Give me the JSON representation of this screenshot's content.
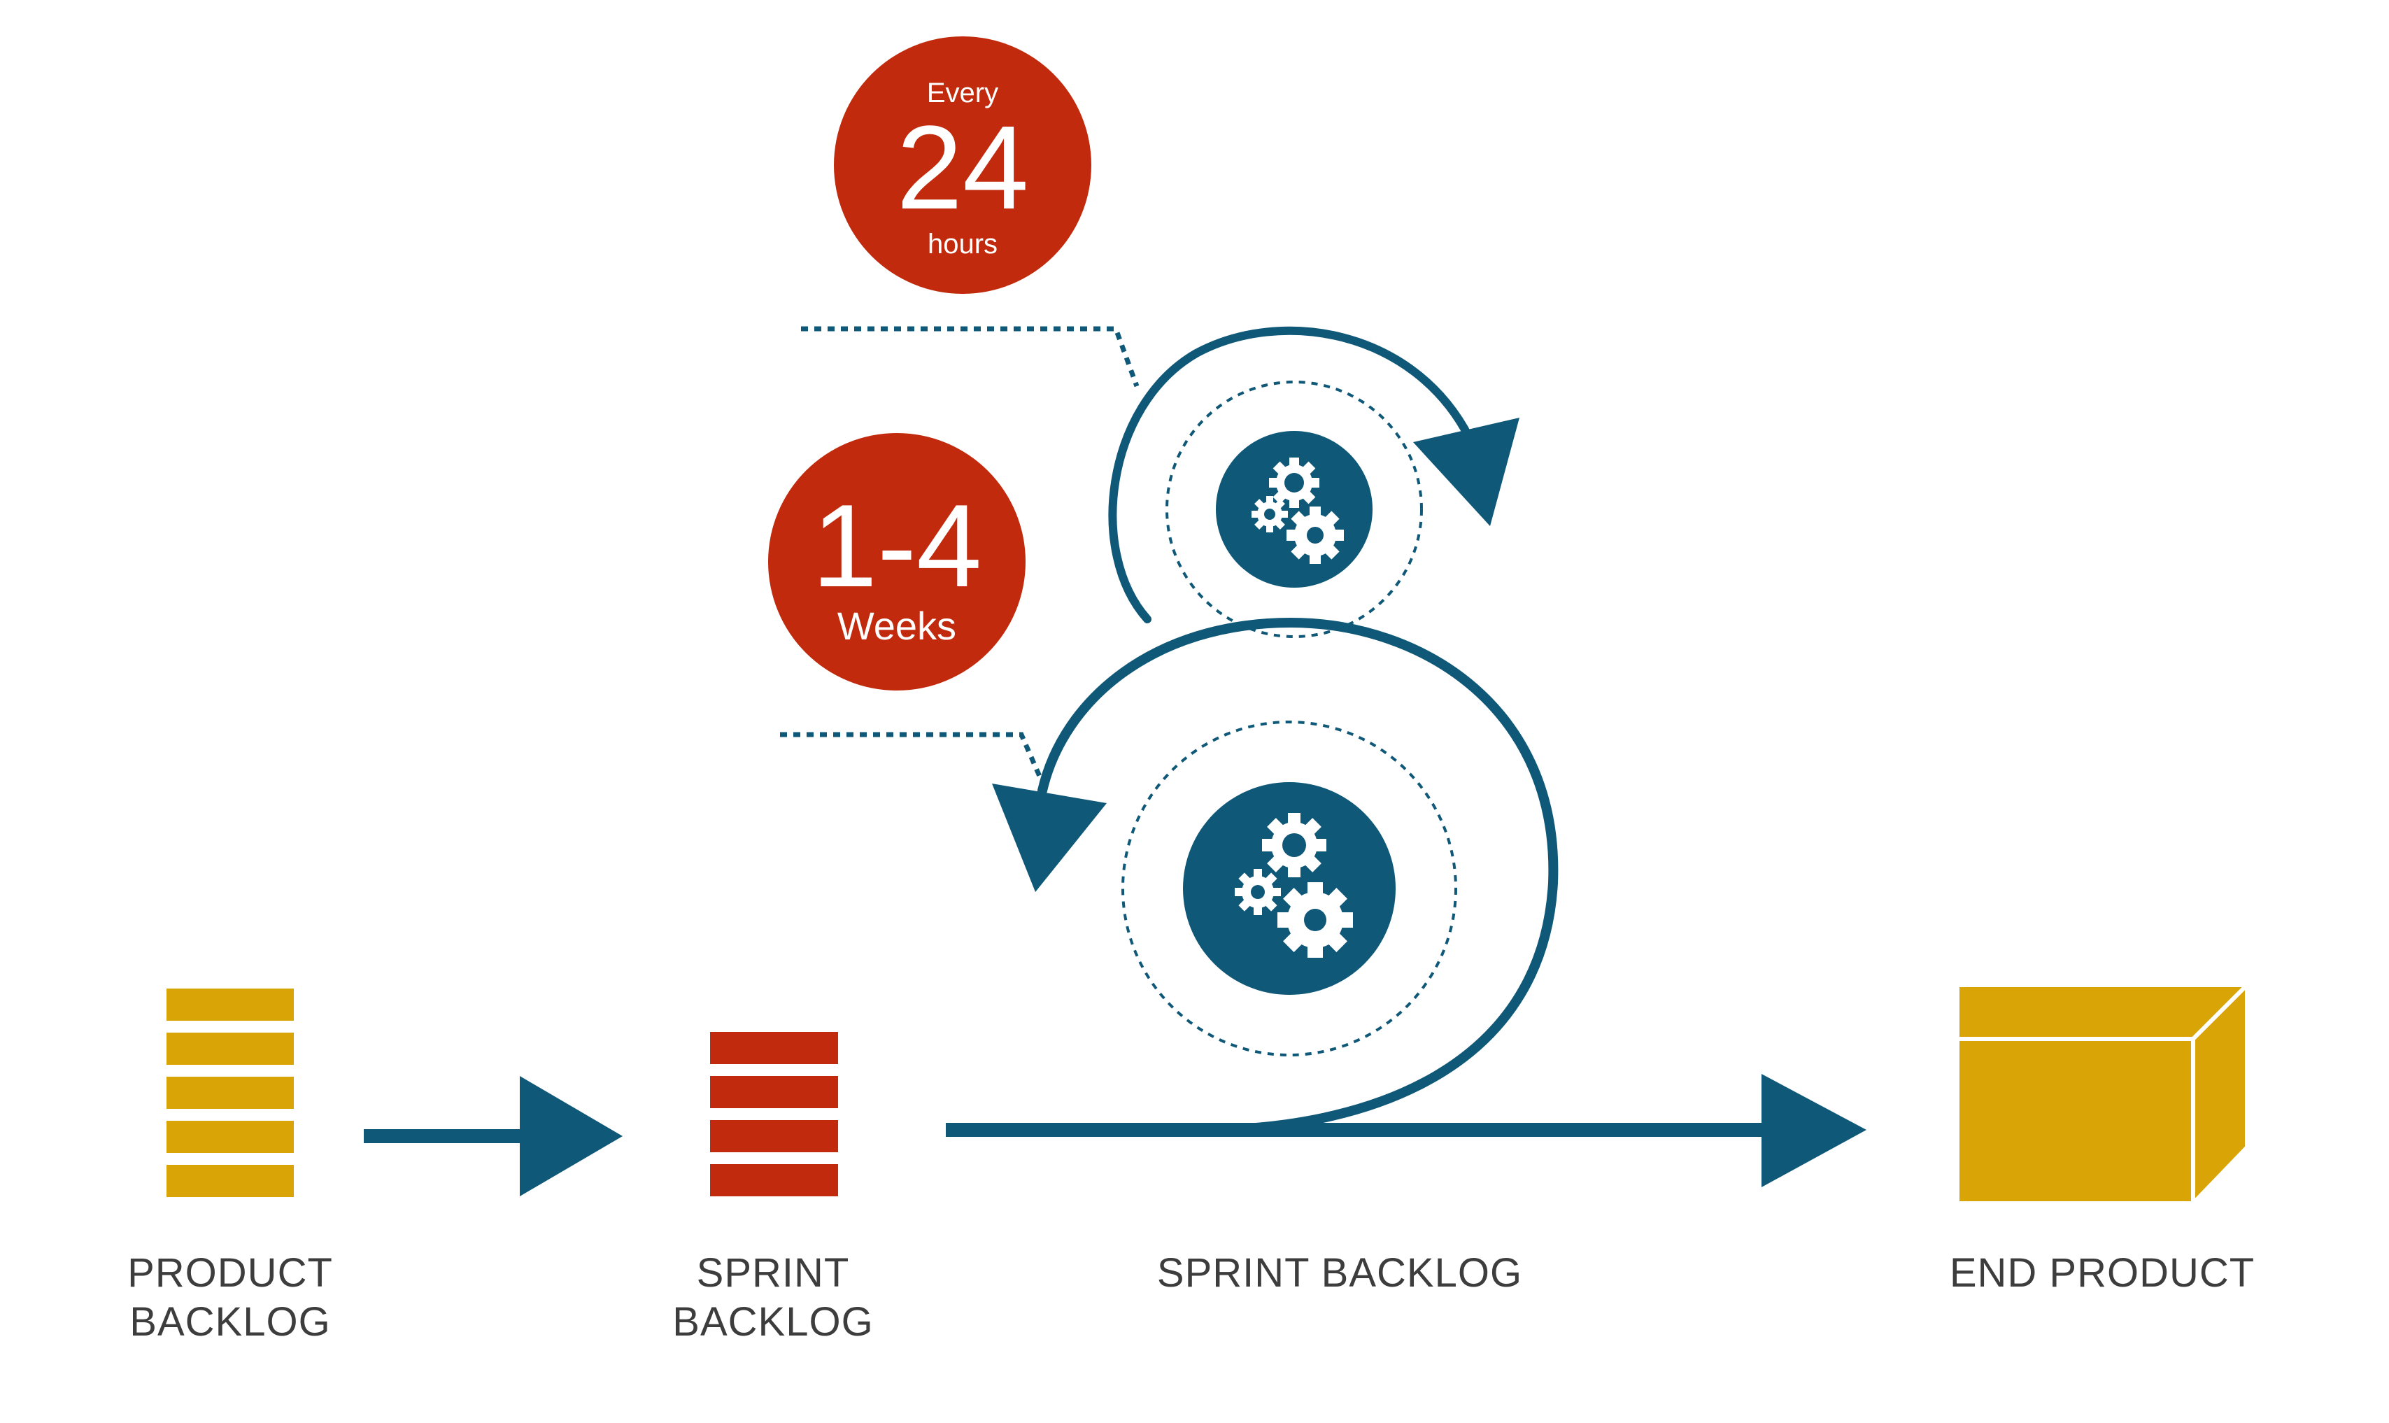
{
  "badges": {
    "daily": {
      "top": "Every",
      "number": "24",
      "bottom": "hours"
    },
    "sprint": {
      "number": "1-4",
      "bottom": "Weeks"
    }
  },
  "labels": {
    "product_backlog": "PRODUCT\nBACKLOG",
    "sprint_backlog_stack": "SPRINT\nBACKLOG",
    "sprint_backlog_loop": "SPRINT BACKLOG",
    "end_product": "END PRODUCT"
  },
  "colors": {
    "accent": "#0f5878",
    "badge": "#c22a0e",
    "gold": "#d9a406",
    "sprint_stack": "#c22a0e",
    "text": "#3d3d3d"
  },
  "icons": [
    "gears-icon",
    "arrow-icon",
    "box-icon",
    "stack-icon"
  ]
}
